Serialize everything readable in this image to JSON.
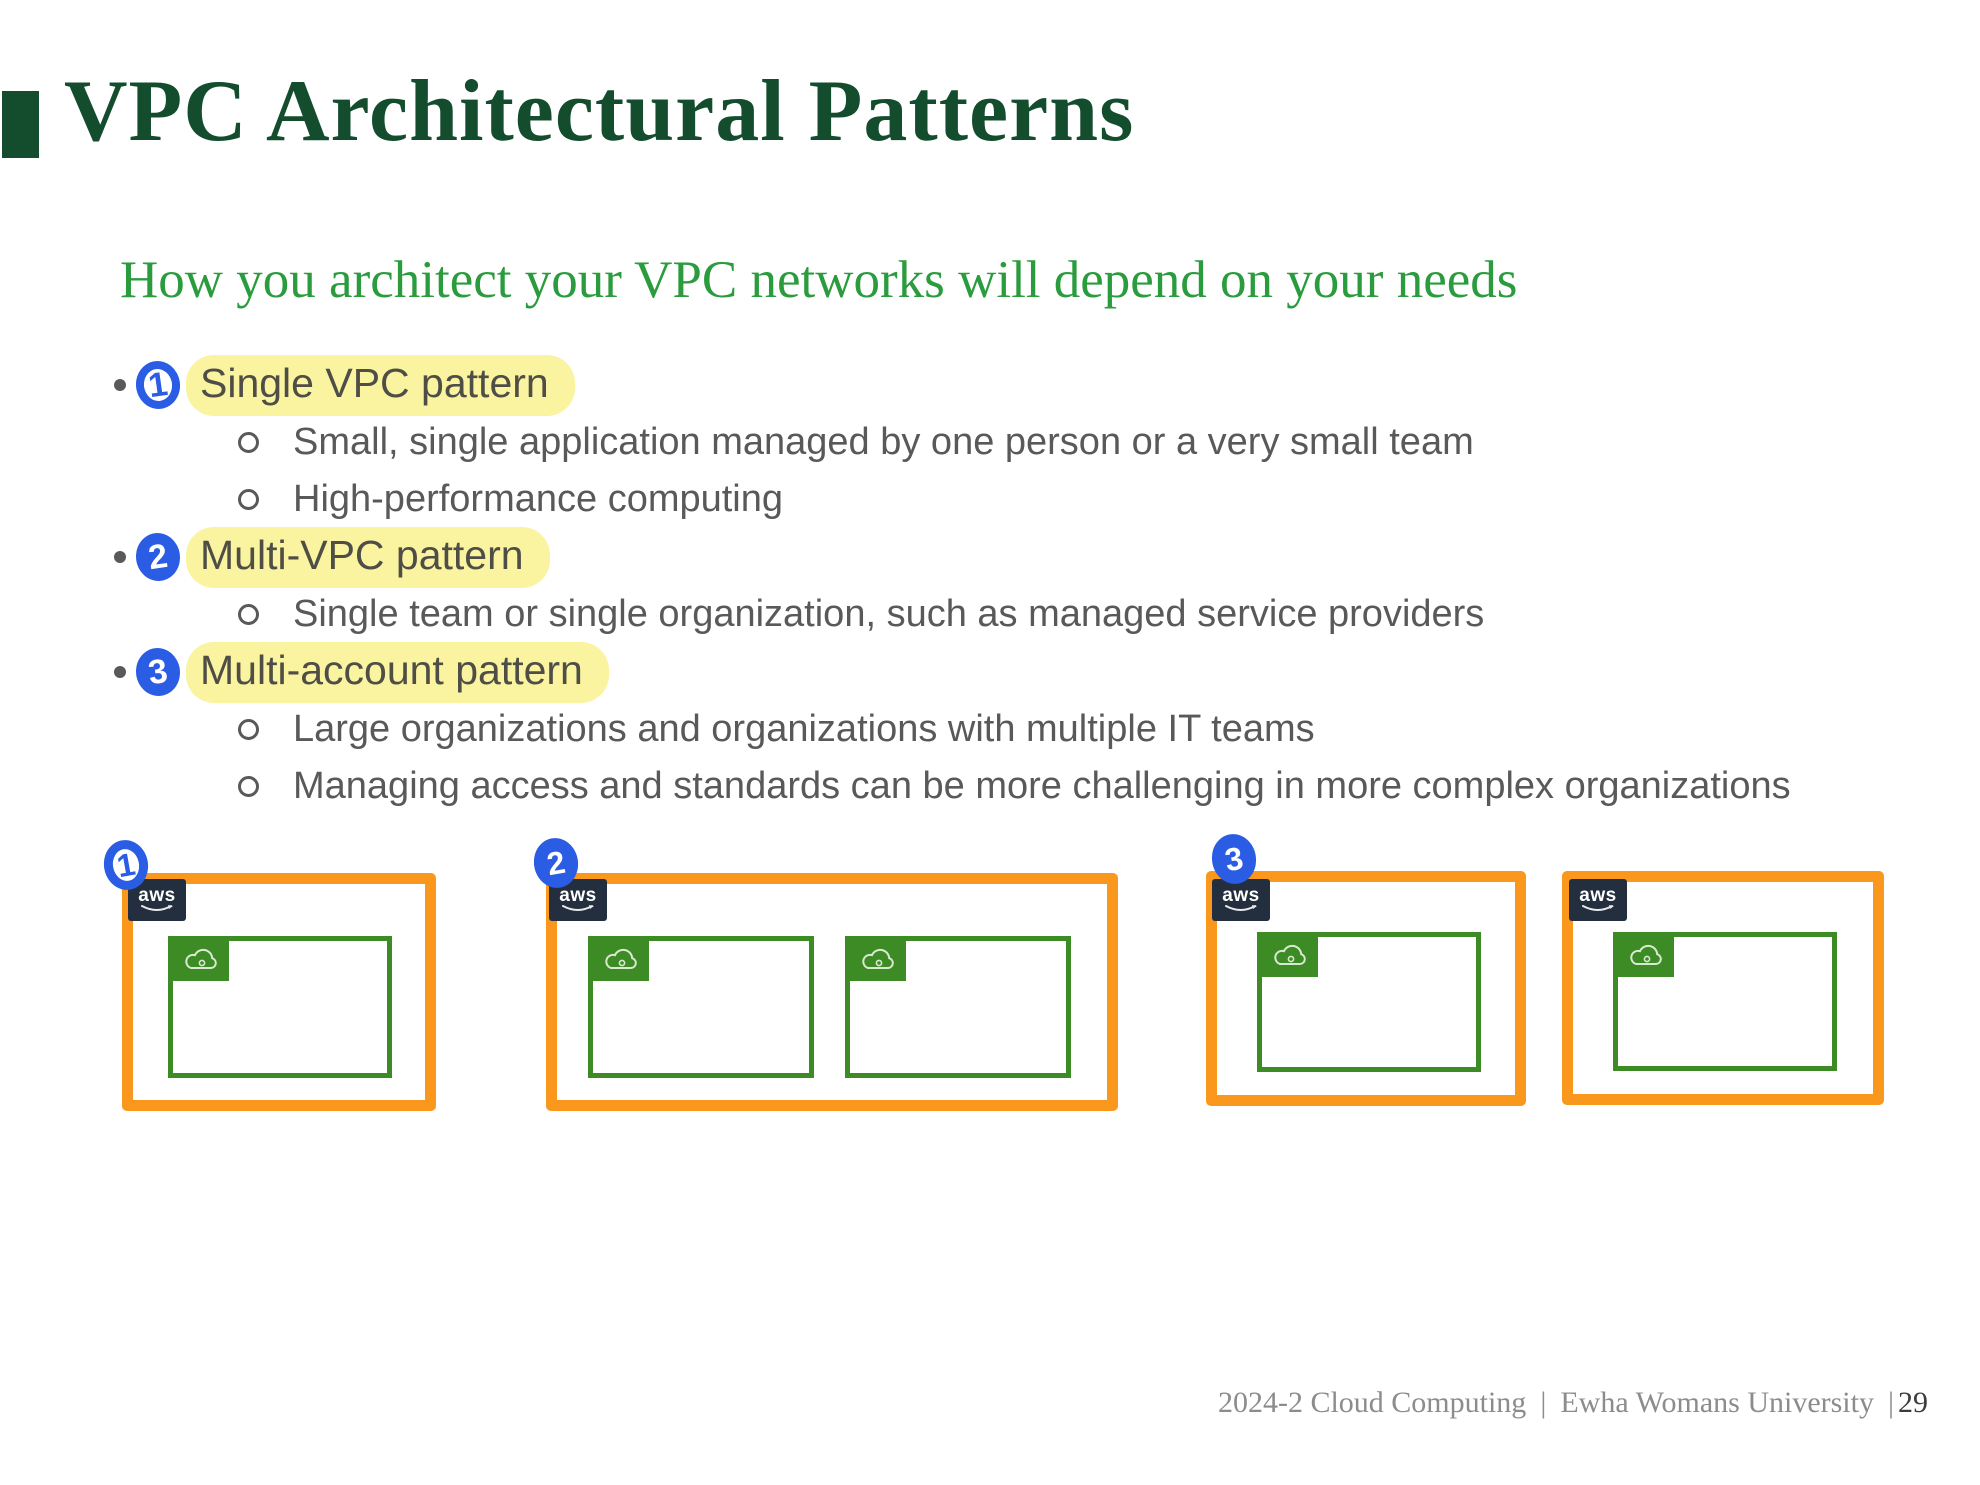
{
  "slide": {
    "title": "VPC Architectural Patterns",
    "subtitle": "How you architect your VPC networks will depend on your needs",
    "bullets": [
      {
        "number": "1",
        "label": "Single VPC pattern",
        "subitems": [
          "Small, single application managed by one person or a very small team",
          "High-performance computing"
        ]
      },
      {
        "number": "2",
        "label": "Multi-VPC pattern",
        "subitems": [
          "Single team or single organization, such as managed service providers"
        ]
      },
      {
        "number": "3",
        "label": "Multi-account pattern",
        "subitems": [
          "Large organizations and organizations with multiple IT teams",
          "Managing access and standards can be more challenging in more complex organizations"
        ]
      }
    ],
    "diagrams": {
      "aws_label": "aws",
      "annotations": [
        "1",
        "2",
        "3"
      ],
      "groups": [
        {
          "id": "single-vpc-pattern",
          "aws_accounts": 1,
          "vpcs_per_account": [
            1
          ]
        },
        {
          "id": "multi-vpc-pattern",
          "aws_accounts": 1,
          "vpcs_per_account": [
            2
          ]
        },
        {
          "id": "multi-account-pattern",
          "aws_accounts": 2,
          "vpcs_per_account": [
            1,
            1
          ]
        }
      ]
    },
    "footer": {
      "course_term": "2024-2 Cloud Computing",
      "divider": "|",
      "university": "Ewha Womans University",
      "divider2": "|",
      "page_number": "29"
    },
    "colors": {
      "title_green": "#134d2e",
      "subtitle_green": "#2b9c3e",
      "body_gray": "#595959",
      "highlight_yellow": "#faf3a0",
      "annotation_blue": "#2a5ce4",
      "aws_account_orange": "#f9981d",
      "aws_logo_navy": "#232f3e",
      "vpc_green": "#3d8b25"
    }
  }
}
